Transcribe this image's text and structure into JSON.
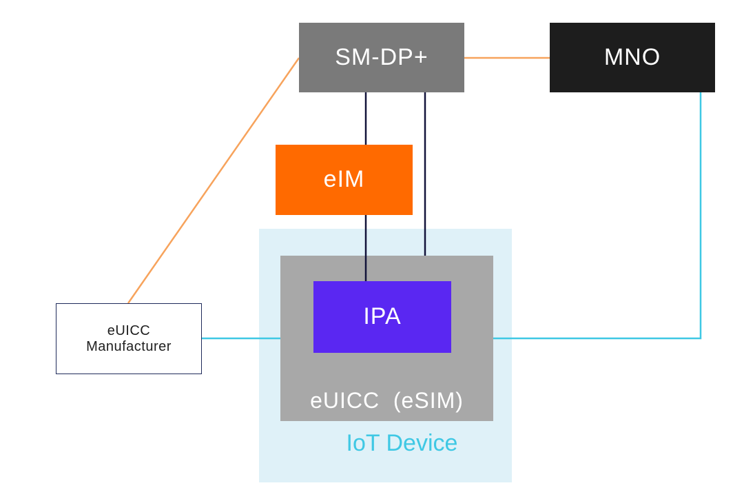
{
  "nodes": {
    "smdp": {
      "label": "SM-DP+"
    },
    "mno": {
      "label": "MNO"
    },
    "eim": {
      "label": "eIM"
    },
    "ipa": {
      "label": "IPA"
    },
    "euicc": {
      "label": "eUICC  (eSIM)"
    },
    "iot_device": {
      "label": "IoT Device"
    },
    "manufacturer": {
      "line1": "eUICC",
      "line2": "Manufacturer"
    }
  },
  "colors": {
    "orange_link": "#f7a35c",
    "cyan_link": "#3fc8e4",
    "navy_link": "#12133a",
    "smdp_fill": "#7a7a7a",
    "mno_fill": "#1d1d1d",
    "eim_fill": "#ff6a00",
    "ipa_fill": "#5a27f2",
    "euicc_fill": "#a8a8a8",
    "iot_fill": "#dff1f8"
  }
}
